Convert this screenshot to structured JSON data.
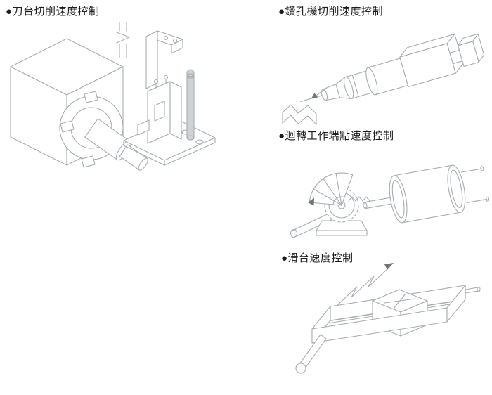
{
  "colors": {
    "line": "#a7acb1",
    "text": "#1d1d1f",
    "arrow": "#70757a",
    "shade": "#cfd3d7"
  },
  "sections": [
    {
      "id": "tool-post",
      "label": "●刀台切削速度控制",
      "illustration": "lathe-tool-post-with-flow-control-valve"
    },
    {
      "id": "drilling",
      "label": "●鑽孔機切削速度控制",
      "illustration": "drill-unit-feeding-toward-workpiece"
    },
    {
      "id": "rotary",
      "label": "●迴轉工作端點速度控制",
      "illustration": "rack-pinion-rotary-actuator-with-angle-sector"
    },
    {
      "id": "slide-table",
      "label": "●滑台速度控制",
      "illustration": "slide-table-driven-by-cylinder"
    }
  ]
}
